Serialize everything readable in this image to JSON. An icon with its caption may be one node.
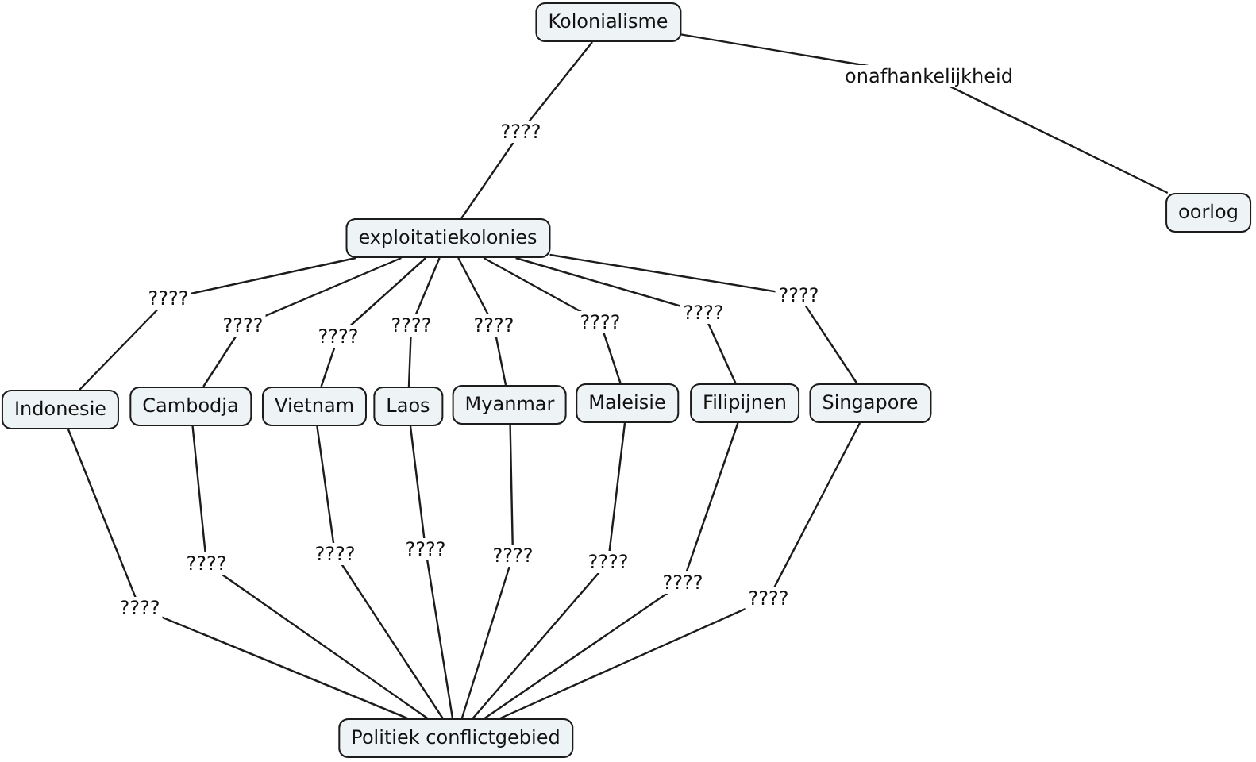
{
  "diagram": {
    "nodes": [
      {
        "text": [
          "Kolonialisme"
        ]
      },
      {
        "text": [
          "exploitatiekolonies"
        ]
      },
      {
        "text": [
          "oorlog"
        ]
      },
      {
        "text": [
          "Indonesie"
        ]
      },
      {
        "text": [
          "Cambodja"
        ]
      },
      {
        "text": [
          "Vietnam"
        ]
      },
      {
        "text": [
          "Laos"
        ]
      },
      {
        "text": [
          "Myanmar"
        ]
      },
      {
        "text": [
          "Maleisie"
        ]
      },
      {
        "text": [
          "Filipijnen"
        ]
      },
      {
        "text": [
          "Singapore"
        ]
      },
      {
        "text": [
          "Politiek conflictgebied"
        ]
      }
    ],
    "edges": [
      {
        "from": 0,
        "to": 1,
        "arrow": "none",
        "label": "????"
      },
      {
        "from": 0,
        "to": 2,
        "arrow": "none",
        "label": "onafhankelijkheid"
      },
      {
        "from": 1,
        "to": 3,
        "arrow": "none",
        "label": "????"
      },
      {
        "from": 1,
        "to": 4,
        "arrow": "none",
        "label": "????"
      },
      {
        "from": 1,
        "to": 5,
        "arrow": "none",
        "label": "????"
      },
      {
        "from": 1,
        "to": 6,
        "arrow": "none",
        "label": "????"
      },
      {
        "from": 1,
        "to": 7,
        "arrow": "none",
        "label": "????"
      },
      {
        "from": 1,
        "to": 8,
        "arrow": "none",
        "label": "????"
      },
      {
        "from": 1,
        "to": 9,
        "arrow": "none",
        "label": "????"
      },
      {
        "from": 1,
        "to": 10,
        "arrow": "none",
        "label": "????"
      },
      {
        "from": 3,
        "to": 11,
        "arrow": "none",
        "label": "????"
      },
      {
        "from": 4,
        "to": 11,
        "arrow": "none",
        "label": "????"
      },
      {
        "from": 5,
        "to": 11,
        "arrow": "none",
        "label": "????"
      },
      {
        "from": 6,
        "to": 11,
        "arrow": "none",
        "label": "????"
      },
      {
        "from": 7,
        "to": 11,
        "arrow": "none",
        "label": "????"
      },
      {
        "from": 8,
        "to": 11,
        "arrow": "none",
        "label": "????"
      },
      {
        "from": 9,
        "to": 11,
        "arrow": "none",
        "label": "????"
      },
      {
        "from": 10,
        "to": 11,
        "arrow": "none",
        "label": "????"
      }
    ]
  }
}
